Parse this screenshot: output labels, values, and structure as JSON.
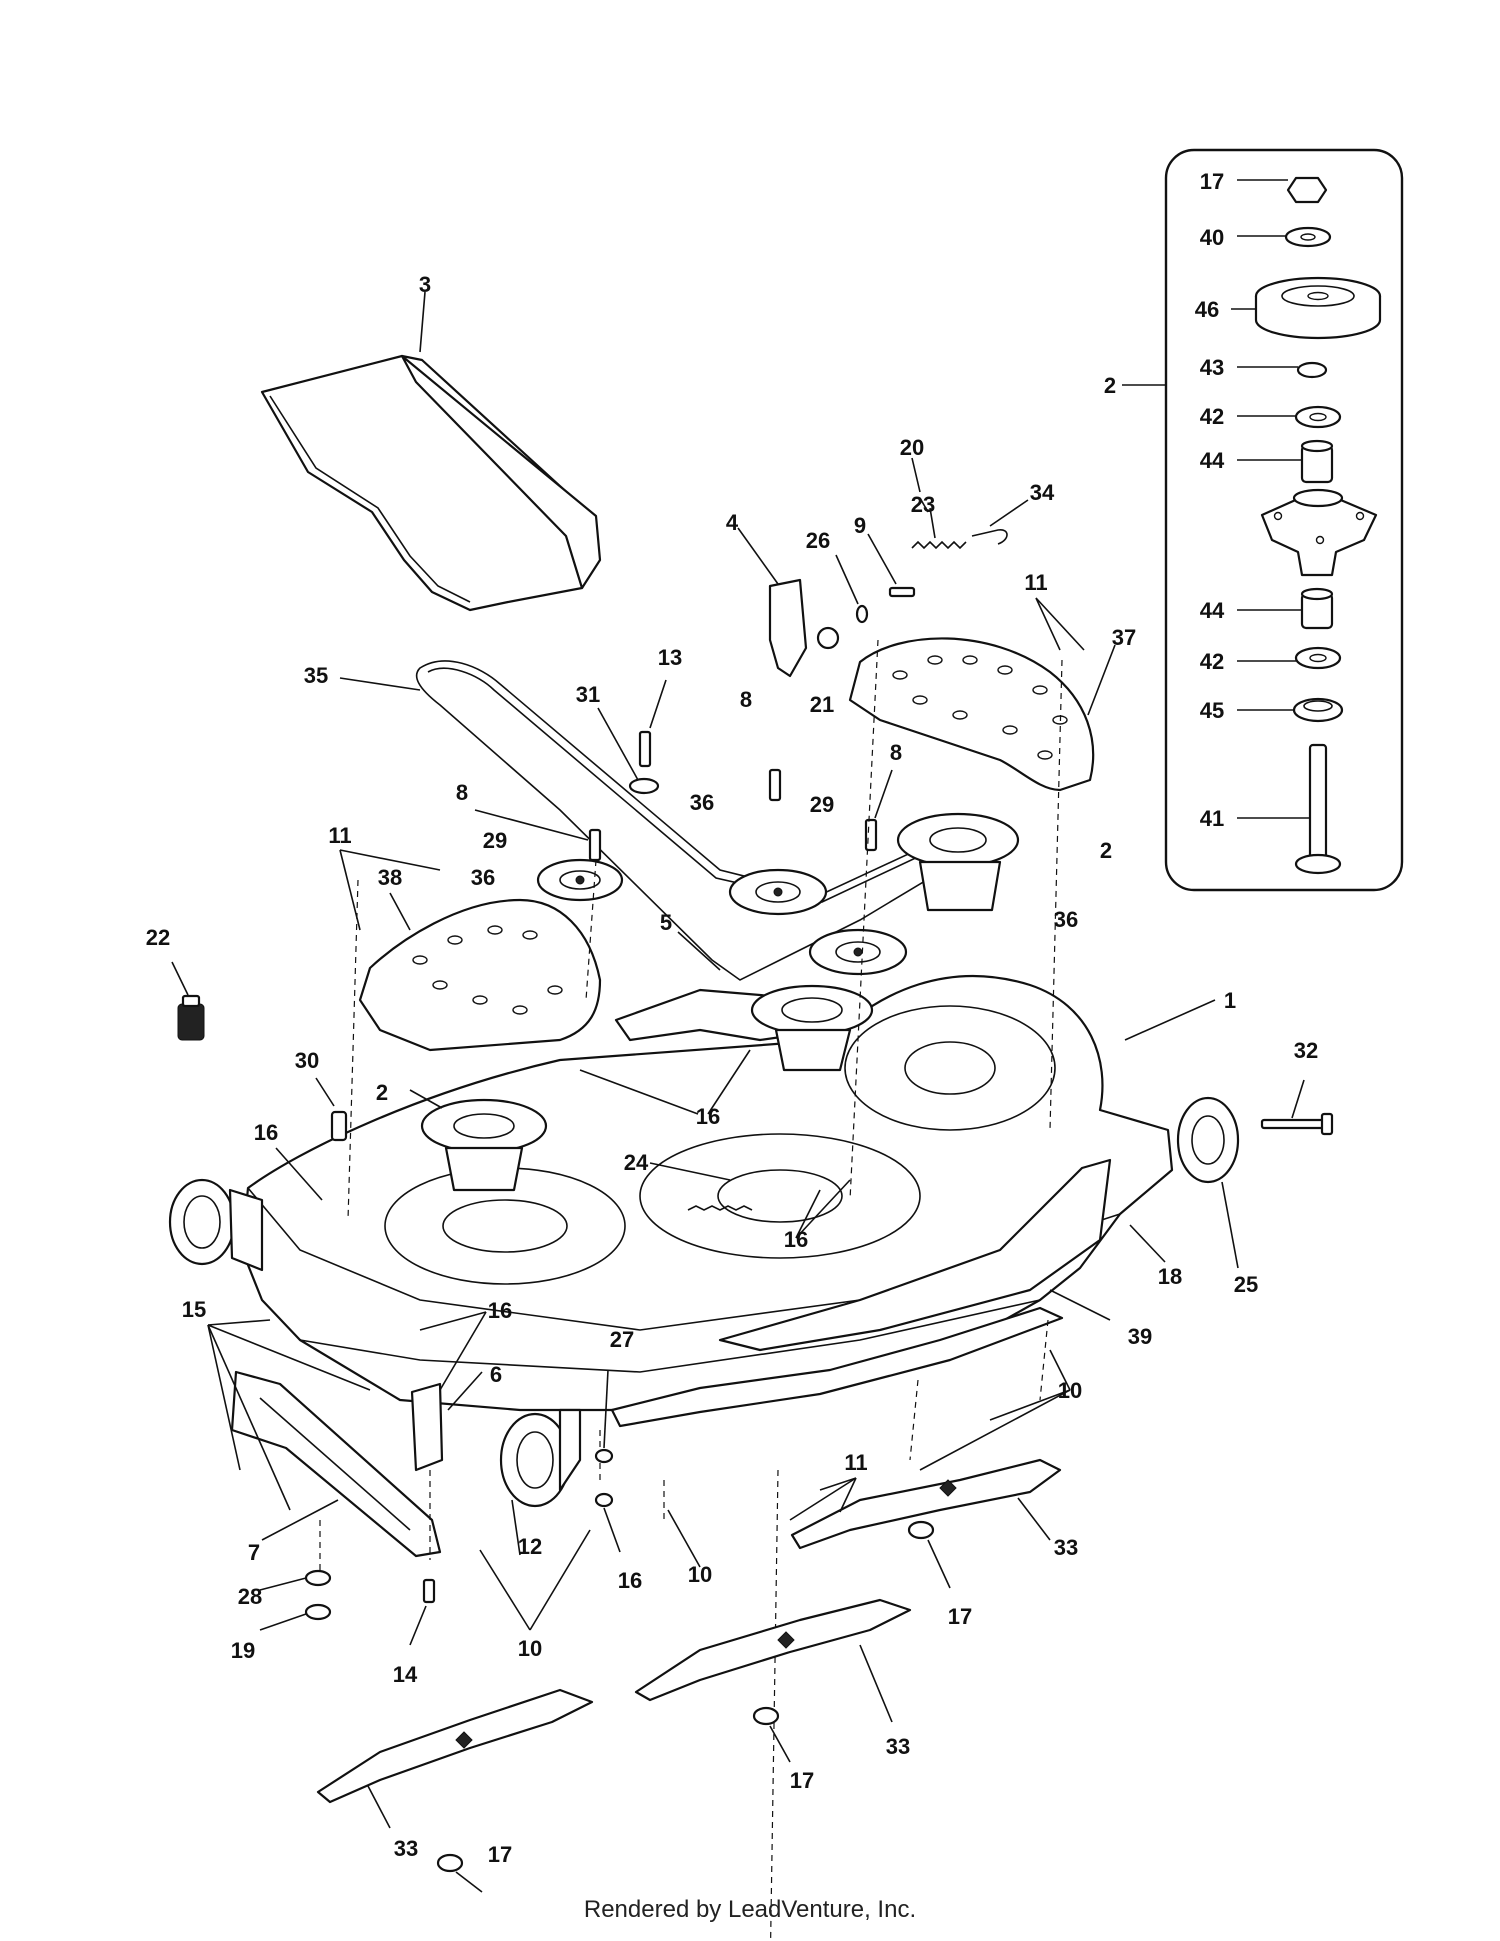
{
  "footer_text": "Rendered by LeadVenture, Inc.",
  "callouts": [
    "1",
    "2",
    "3",
    "4",
    "5",
    "6",
    "7",
    "8",
    "9",
    "10",
    "11",
    "12",
    "13",
    "14",
    "15",
    "16",
    "17",
    "18",
    "19",
    "20",
    "21",
    "22",
    "23",
    "24",
    "25",
    "26",
    "27",
    "28",
    "29",
    "30",
    "31",
    "32",
    "33",
    "34",
    "35",
    "36",
    "37",
    "38",
    "39",
    "40",
    "41",
    "42",
    "43",
    "44",
    "45",
    "46"
  ]
}
